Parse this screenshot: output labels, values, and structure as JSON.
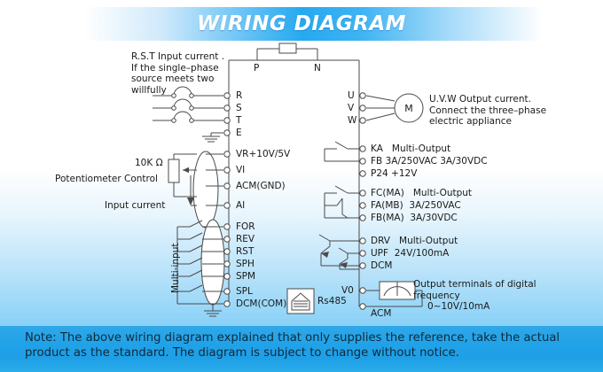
{
  "header": {
    "title": "WIRING DIAGRAM"
  },
  "note": {
    "text": "Note: The above wiring diagram explained that only supplies the reference, take the actual product as the standard. The diagram is subject to change without notice."
  },
  "annotations": {
    "input_note": "R.S.T Input current .\nIf the single-phase\nsource meets two\nwillfully",
    "motor_note": "U.V.W Output current.\nConnect the three-phase\nelectric appliance",
    "pot_resistor": "10K Ω",
    "pot_control": "Potentiometer Control",
    "input_current": "Input current",
    "multi_input": "Multi-input",
    "rs485": "Rs485",
    "meter_note_line1": "Output terminals of digital",
    "meter_note_line2": "frequency",
    "meter_note_line3": "0~10V/10mA",
    "motor_symbol": "M"
  },
  "bus_terminals": {
    "p": "P",
    "n": "N"
  },
  "power_terminals": [
    {
      "id": "R",
      "label": "R"
    },
    {
      "id": "S",
      "label": "S"
    },
    {
      "id": "T",
      "label": "T"
    },
    {
      "id": "E",
      "label": "E"
    }
  ],
  "analog_terminals": [
    {
      "id": "VR",
      "label": "VR+10V/5V"
    },
    {
      "id": "VI",
      "label": "VI"
    },
    {
      "id": "ACM",
      "label": "ACM(GND)"
    },
    {
      "id": "AI",
      "label": "AI"
    }
  ],
  "multi_input_terminals": [
    {
      "id": "FOR",
      "label": "FOR"
    },
    {
      "id": "REV",
      "label": "REV"
    },
    {
      "id": "RST",
      "label": "RST"
    },
    {
      "id": "SPH",
      "label": "SPH"
    },
    {
      "id": "SPM",
      "label": "SPM"
    },
    {
      "id": "SPL",
      "label": "SPL"
    },
    {
      "id": "DCM",
      "label": "DCM(COM)"
    }
  ],
  "motor_terminals": [
    {
      "id": "U",
      "label": "U"
    },
    {
      "id": "V",
      "label": "V"
    },
    {
      "id": "W",
      "label": "W"
    }
  ],
  "output_terminals": [
    {
      "id": "KA",
      "name": "KA",
      "spec": "Multi-Output"
    },
    {
      "id": "FB",
      "name": "FB",
      "spec": "3A/250VAC 3A/30VDC"
    },
    {
      "id": "P24",
      "name": "P24",
      "spec": "+12V"
    },
    {
      "id": "FCMA",
      "name": "FC(MA)",
      "spec": "Multi-Output"
    },
    {
      "id": "FAMB",
      "name": "FA(MB)",
      "spec": "3A/250VAC"
    },
    {
      "id": "FBMA",
      "name": "FB(MA)",
      "spec": "3A/30VDC"
    },
    {
      "id": "DRV",
      "name": "DRV",
      "spec": "Multi-Output"
    },
    {
      "id": "UPF",
      "name": "UPF",
      "spec": "24V/100mA"
    },
    {
      "id": "DCM",
      "name": "DCM",
      "spec": ""
    }
  ],
  "meter_terminals": [
    {
      "id": "V0",
      "label": "V0"
    },
    {
      "id": "ACM",
      "label": "ACM"
    }
  ],
  "colors": {
    "banner_blue": "#26a9f0",
    "note_blue": "#21a2e8",
    "background_blue": "#6ec8f5",
    "wire": "#4a4a4a",
    "text": "#1a1a1a"
  }
}
